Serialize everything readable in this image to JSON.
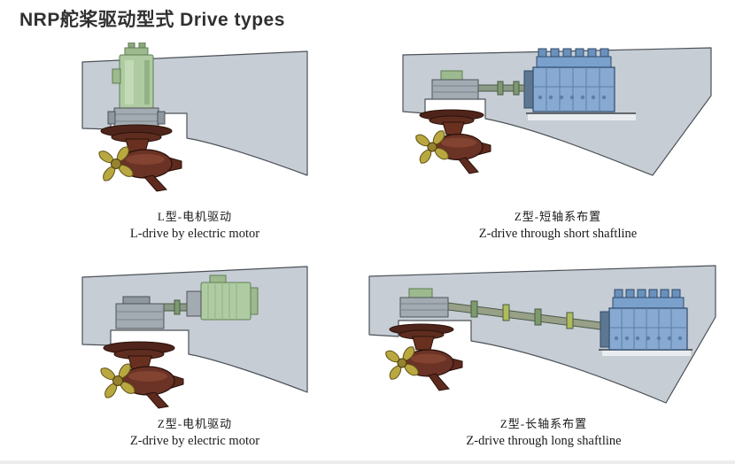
{
  "title": "NRP舵桨驱动型式  Drive types",
  "panels": [
    {
      "id": "l-drive-electric",
      "caption_cn": "L型-电机驱动",
      "caption_en": "L-drive by electric motor"
    },
    {
      "id": "z-drive-short-shaft",
      "caption_cn": "Z型-短轴系布置",
      "caption_en": "Z-drive through short shaftline"
    },
    {
      "id": "z-drive-electric",
      "caption_cn": "Z型-电机驱动",
      "caption_en": "Z-drive by electric motor"
    },
    {
      "id": "z-drive-long-shaft",
      "caption_cn": "Z型-长轴系布置",
      "caption_en": "Z-drive through long shaftline"
    }
  ],
  "colors": {
    "background": "#ffffff",
    "title_text": "#303030",
    "hull_fill": "#c6cdd5",
    "hull_outline": "#4d5258",
    "motor_green": "#aecba2",
    "engine_blue": "#87a9d2",
    "pod_brown": "#63291c",
    "propeller_bronze": "#b9a83f",
    "gear_gray": "#a2aab2"
  }
}
